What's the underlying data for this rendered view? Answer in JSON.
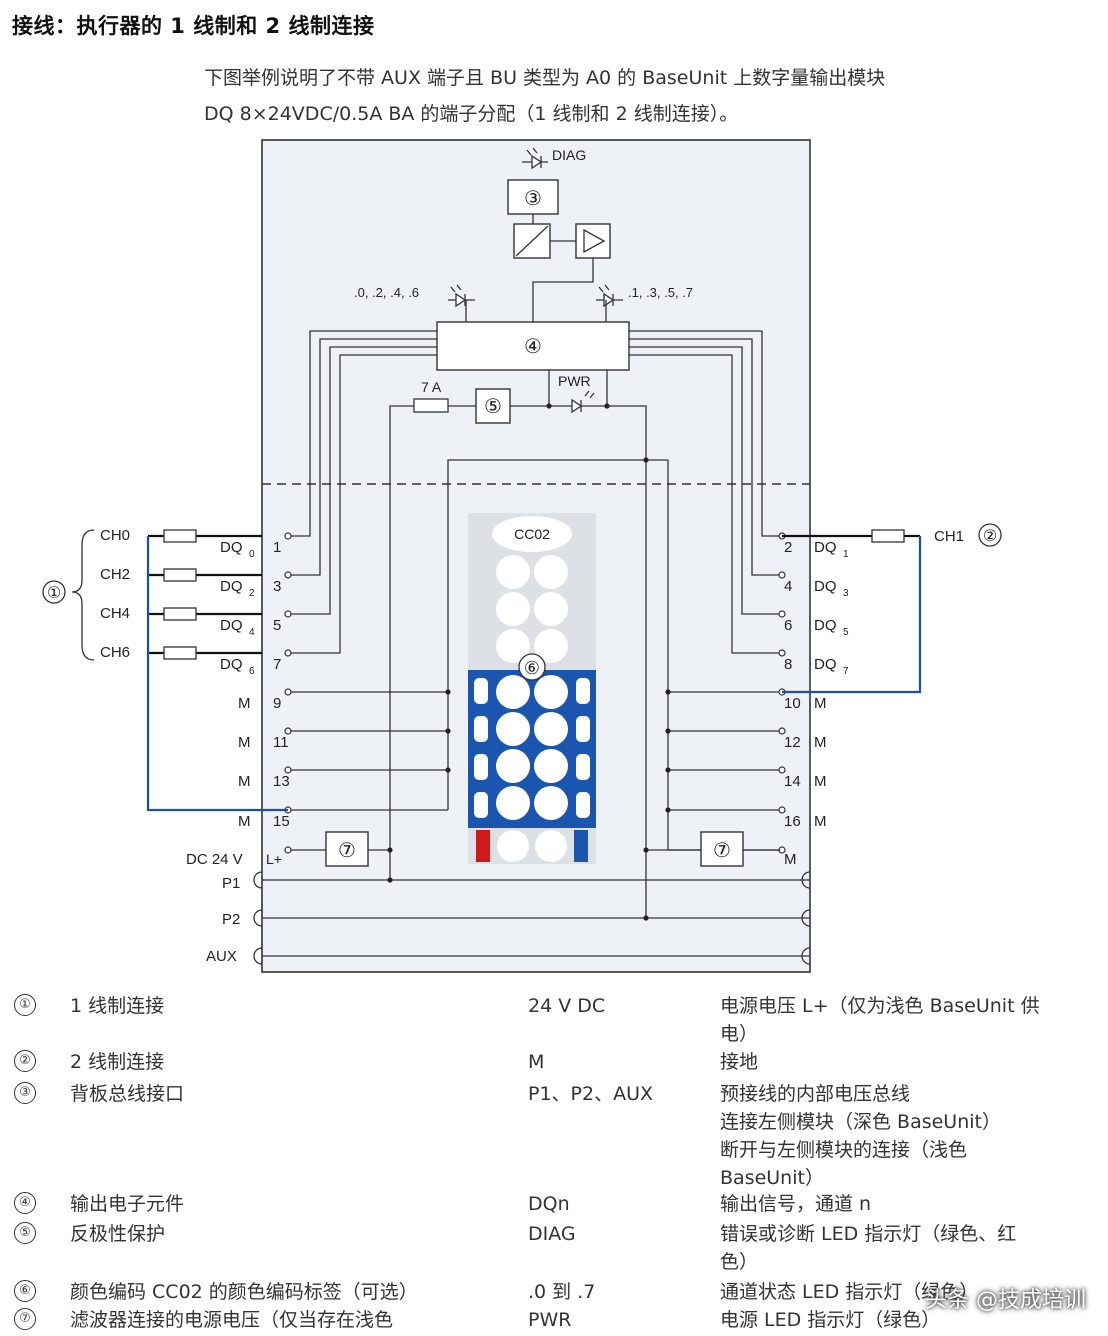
{
  "title": "接线：执行器的 1 线制和 2 线制连接",
  "intro": {
    "line1": "下图举例说明了不带 AUX 端子且 BU 类型为 A0 的 BaseUnit 上数字量输出模块",
    "line2": "DQ 8×24VDC/0.5A BA 的端子分配（1 线制和 2 线制连接）。"
  },
  "diagram": {
    "diag_label": "DIAG",
    "led_left_label": ".0, .2, .4, .6",
    "led_right_label": ".1, .3, .5, .7",
    "fuse_label": "7 A",
    "pwr_label": "PWR",
    "colorcode_label": "CC02",
    "callouts": {
      "c1": "①",
      "c2": "②",
      "c3": "③",
      "c4": "④",
      "c5": "⑤",
      "c6": "⑥",
      "c7": "⑦"
    },
    "channels_left": [
      "CH0",
      "CH2",
      "CH4",
      "CH6"
    ],
    "channel_right": "CH1",
    "left_terminals": [
      {
        "num": "1",
        "name": "DQ",
        "sub": "0"
      },
      {
        "num": "3",
        "name": "DQ",
        "sub": "2"
      },
      {
        "num": "5",
        "name": "DQ",
        "sub": "4"
      },
      {
        "num": "7",
        "name": "DQ",
        "sub": "6"
      },
      {
        "num": "9",
        "name": "M",
        "sub": ""
      },
      {
        "num": "11",
        "name": "M",
        "sub": ""
      },
      {
        "num": "13",
        "name": "M",
        "sub": ""
      },
      {
        "num": "15",
        "name": "M",
        "sub": ""
      }
    ],
    "right_terminals": [
      {
        "num": "2",
        "name": "DQ",
        "sub": "1"
      },
      {
        "num": "4",
        "name": "DQ",
        "sub": "3"
      },
      {
        "num": "6",
        "name": "DQ",
        "sub": "5"
      },
      {
        "num": "8",
        "name": "DQ",
        "sub": "7"
      },
      {
        "num": "10",
        "name": "M",
        "sub": ""
      },
      {
        "num": "12",
        "name": "M",
        "sub": ""
      },
      {
        "num": "14",
        "name": "M",
        "sub": ""
      },
      {
        "num": "16",
        "name": "M",
        "sub": ""
      }
    ],
    "dc24v_label": "DC 24 V",
    "lplus_label": "L+",
    "m_bottom_label": "M",
    "bus_labels": [
      "P1",
      "P2",
      "AUX"
    ]
  },
  "legend": [
    {
      "num": "①",
      "desc": "1 线制连接",
      "symbol": "24 V DC",
      "meaning": [
        "电源电压 L+（仅为浅色 BaseUnit 供",
        "电）"
      ]
    },
    {
      "num": "②",
      "desc": "2 线制连接",
      "symbol": "M",
      "meaning": [
        "接地"
      ]
    },
    {
      "num": "③",
      "desc": "背板总线接口",
      "symbol": "P1、P2、AUX",
      "meaning": [
        "预接线的内部电压总线",
        "连接左侧模块（深色 BaseUnit）",
        "断开与左侧模块的连接（浅色",
        "BaseUnit）"
      ]
    },
    {
      "num": "④",
      "desc": "输出电子元件",
      "symbol": "DQn",
      "meaning": [
        "输出信号，通道 n"
      ]
    },
    {
      "num": "⑤",
      "desc": "反极性保护",
      "symbol": "DIAG",
      "meaning": [
        "错误或诊断 LED 指示灯（绿色、红",
        "色）"
      ]
    },
    {
      "num": "⑥",
      "desc": "颜色编码 CC02 的颜色编码标签（可选）",
      "symbol": ".0 到 .7",
      "meaning": [
        "通道状态 LED 指示灯（绿色）"
      ]
    },
    {
      "num": "⑦",
      "desc": "滤波器连接的电源电压（仅当存在浅色",
      "symbol": "PWR",
      "meaning": [
        "电源 LED 指示灯（绿色）"
      ]
    }
  ],
  "watermark": "头条 @技成培训",
  "colors": {
    "blue_wire": "#1f4e9a",
    "cc_blue": "#1a56b0",
    "red": "#d01a1a",
    "module_bg": "#eef2f7"
  }
}
